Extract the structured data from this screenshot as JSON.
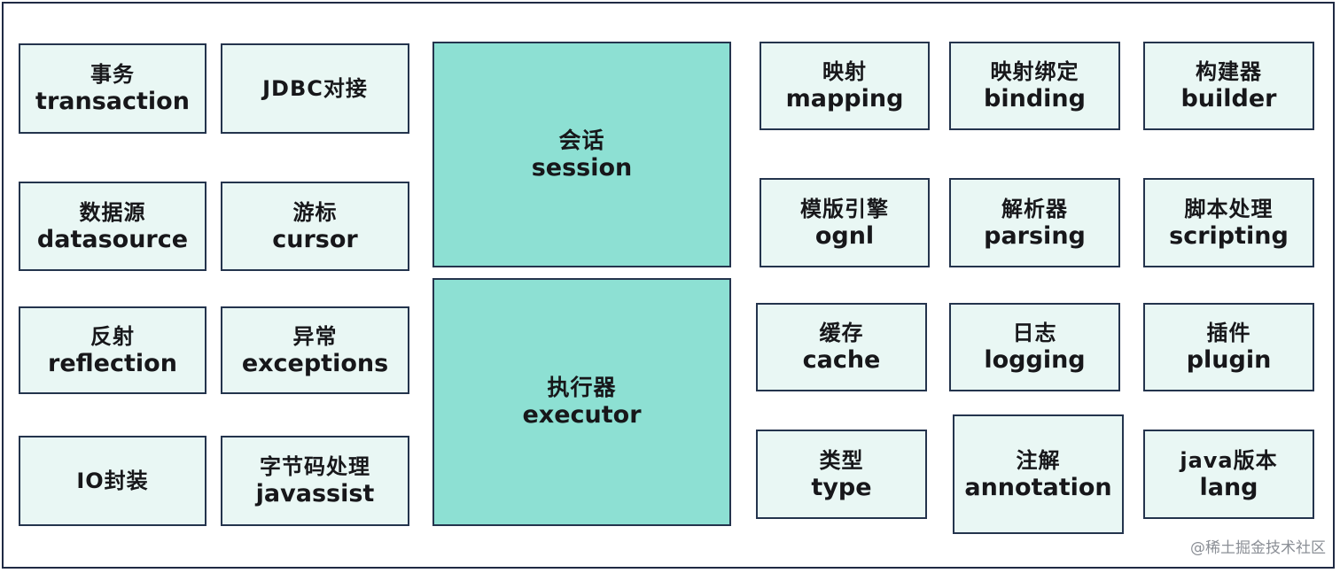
{
  "modules": [
    {
      "id": "transaction",
      "cn": "事务",
      "en": "transaction"
    },
    {
      "id": "jdbc",
      "cn": "JDBC对接",
      "en": ""
    },
    {
      "id": "datasource",
      "cn": "数据源",
      "en": "datasource"
    },
    {
      "id": "cursor",
      "cn": "游标",
      "en": "cursor"
    },
    {
      "id": "reflection",
      "cn": "反射",
      "en": "reflection"
    },
    {
      "id": "exceptions",
      "cn": "异常",
      "en": "exceptions"
    },
    {
      "id": "io",
      "cn": "IO封装",
      "en": ""
    },
    {
      "id": "javassist",
      "cn": "字节码处理",
      "en": "javassist"
    },
    {
      "id": "session",
      "cn": "会话",
      "en": "session"
    },
    {
      "id": "executor",
      "cn": "执行器",
      "en": "executor"
    },
    {
      "id": "mapping",
      "cn": "映射",
      "en": "mapping"
    },
    {
      "id": "binding",
      "cn": "映射绑定",
      "en": "binding"
    },
    {
      "id": "builder",
      "cn": "构建器",
      "en": "builder"
    },
    {
      "id": "ognl",
      "cn": "模版引擎",
      "en": "ognl"
    },
    {
      "id": "parsing",
      "cn": "解析器",
      "en": "parsing"
    },
    {
      "id": "scripting",
      "cn": "脚本处理",
      "en": "scripting"
    },
    {
      "id": "cache",
      "cn": "缓存",
      "en": "cache"
    },
    {
      "id": "logging",
      "cn": "日志",
      "en": "logging"
    },
    {
      "id": "plugin",
      "cn": "插件",
      "en": "plugin"
    },
    {
      "id": "type",
      "cn": "类型",
      "en": "type"
    },
    {
      "id": "annotation",
      "cn": "注解",
      "en": "annotation"
    },
    {
      "id": "lang",
      "cn": "java版本",
      "en": "lang"
    }
  ],
  "watermark": "@稀土掘金技术社区"
}
